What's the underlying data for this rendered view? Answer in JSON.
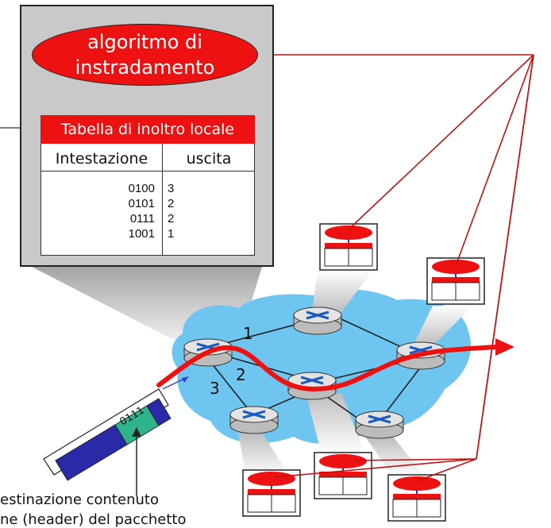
{
  "routing_algorithm": {
    "label_line1": "algoritmo di",
    "label_line2": "instradamento"
  },
  "forwarding_table": {
    "title": "Tabella di inoltro locale",
    "col_header": "Intestazione",
    "col_output": "uscita",
    "rows": [
      {
        "header": "0100",
        "output": "3"
      },
      {
        "header": "0101",
        "output": "2"
      },
      {
        "header": "0111",
        "output": "2"
      },
      {
        "header": "1001",
        "output": "1"
      }
    ]
  },
  "packet": {
    "header_value": "0111"
  },
  "links": {
    "link_1": "1",
    "link_2": "2",
    "link_3": "3"
  },
  "caption": {
    "line1": "estinazione contenuto",
    "line2": "ne (header) del pacchetto"
  },
  "colors": {
    "red": "#ee1111",
    "network_blue": "#6ec6f0",
    "router_gray": "#d8d8d8",
    "panel_gray": "#c9c9c9",
    "arrow_blue": "#3a3ad0",
    "packet_blue": "#2a2aa8",
    "packet_green": "#2fb38a"
  }
}
